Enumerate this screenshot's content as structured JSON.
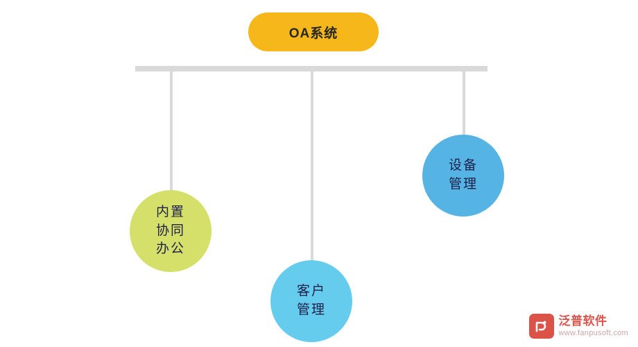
{
  "diagram": {
    "root": {
      "label": "OA系统",
      "color": "#f5b719"
    },
    "trunk_color": "#d9d9d9",
    "nodes": [
      {
        "name": "node-built-in-collaborative-office",
        "lines": [
          "内置",
          "协同",
          "办公"
        ],
        "color": "#d5e06a"
      },
      {
        "name": "node-customer-management",
        "lines": [
          "客户",
          "管理"
        ],
        "color": "#66ccee"
      },
      {
        "name": "node-equipment-management",
        "lines": [
          "设备",
          "管理"
        ],
        "color": "#55b4e3"
      }
    ]
  },
  "watermark": {
    "title": "泛普软件",
    "subtitle": "www.fanpusoft.com",
    "color": "#d9493f"
  }
}
